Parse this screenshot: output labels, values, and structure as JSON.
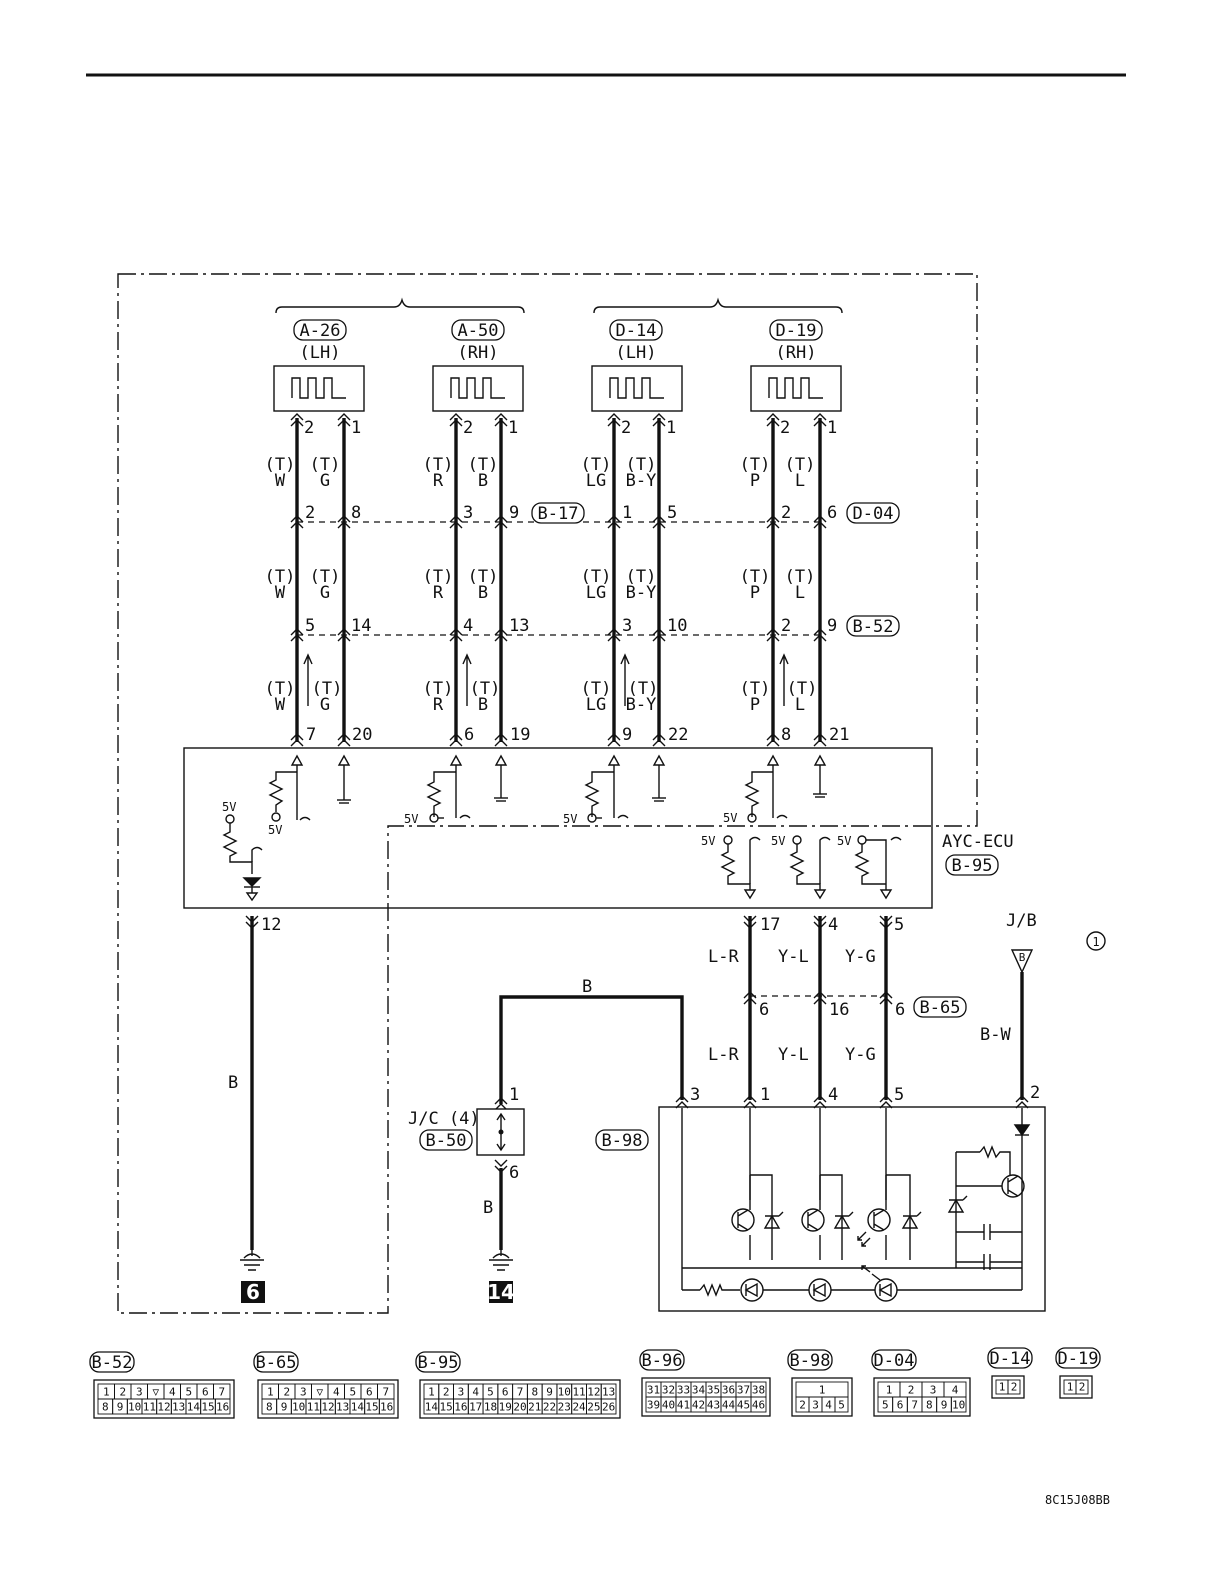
{
  "wheel_sensors": [
    {
      "connector": "A-26",
      "side": "(LH)",
      "pin_a": "2",
      "pin_b": "1",
      "wire_a": "W",
      "wire_b": "G"
    },
    {
      "connector": "A-50",
      "side": "(RH)",
      "pin_a": "2",
      "pin_b": "1",
      "wire_a": "R",
      "wire_b": "B"
    },
    {
      "connector": "D-14",
      "side": "(LH)",
      "pin_a": "2",
      "pin_b": "1",
      "wire_a": "LG",
      "wire_b": "B-Y"
    },
    {
      "connector": "D-19",
      "side": "(RH)",
      "pin_a": "2",
      "pin_b": "1",
      "wire_a": "P",
      "wire_b": "L"
    }
  ],
  "twisted_marker": "(T)",
  "junction_b17": {
    "connector": "B-17",
    "pins": [
      "2",
      "8",
      "3",
      "9"
    ]
  },
  "junction_d04": {
    "connector": "D-04",
    "pins": [
      "1",
      "5",
      "2",
      "6"
    ]
  },
  "junction_b52": {
    "connector": "B-52",
    "pins": [
      "5",
      "14",
      "4",
      "13",
      "3",
      "10",
      "2",
      "9"
    ]
  },
  "ecu_pins": [
    "7",
    "20",
    "6",
    "19",
    "9",
    "22",
    "8",
    "21"
  ],
  "ecu": {
    "name": "AYC-ECU",
    "connector": "B-95",
    "supply": "5V",
    "ground_pin": "12",
    "out_pins": [
      "17",
      "4",
      "5"
    ]
  },
  "ground_wire": "B",
  "grounds": [
    "6",
    "14"
  ],
  "out_wires": [
    "L-R",
    "Y-L",
    "Y-G"
  ],
  "junction_b65": {
    "connector": "B-65",
    "pins": [
      "6",
      "16",
      "6"
    ]
  },
  "jb": {
    "label": "J/B",
    "terminal": "B",
    "wire": "B-W",
    "pin": "2",
    "circle_ref": "1"
  },
  "jc": {
    "label": "J/C (4)",
    "connector": "B-50",
    "pin_top": "1",
    "pin_bottom": "6",
    "wire_top": "B",
    "wire_bottom": "B"
  },
  "b98": {
    "connector": "B-98",
    "pins": [
      "3",
      "1",
      "4",
      "5"
    ]
  },
  "connector_faces": [
    {
      "id": "B-52",
      "rows": [
        [
          "1",
          "2",
          "3",
          "▽",
          "4",
          "5",
          "6",
          "7"
        ],
        [
          "8",
          "9",
          "10",
          "11",
          "12",
          "13",
          "14",
          "15",
          "16"
        ]
      ]
    },
    {
      "id": "B-65",
      "rows": [
        [
          "1",
          "2",
          "3",
          "▽",
          "4",
          "5",
          "6",
          "7"
        ],
        [
          "8",
          "9",
          "10",
          "11",
          "12",
          "13",
          "14",
          "15",
          "16"
        ]
      ]
    },
    {
      "id": "B-95",
      "rows": [
        [
          "1",
          "2",
          "3",
          "4",
          "5",
          "6",
          "7",
          "8",
          "9",
          "10",
          "11",
          "12",
          "13"
        ],
        [
          "14",
          "15",
          "16",
          "17",
          "18",
          "19",
          "20",
          "21",
          "22",
          "23",
          "24",
          "25",
          "26"
        ]
      ]
    },
    {
      "id": "B-96",
      "rows": [
        [
          "31",
          "32",
          "33",
          "34",
          "35",
          "36",
          "37",
          "38"
        ],
        [
          "39",
          "40",
          "41",
          "42",
          "43",
          "44",
          "45",
          "46"
        ]
      ]
    },
    {
      "id": "B-98",
      "rows": [
        [
          "1"
        ],
        [
          "2",
          "3",
          "4",
          "5"
        ]
      ]
    },
    {
      "id": "D-04",
      "rows": [
        [
          "1",
          "2",
          "3",
          "4"
        ],
        [
          "5",
          "6",
          "7",
          "8",
          "9",
          "10"
        ]
      ]
    },
    {
      "id": "D-14",
      "rows": [
        [
          "1",
          "2"
        ]
      ]
    },
    {
      "id": "D-19",
      "rows": [
        [
          "1",
          "2"
        ]
      ]
    }
  ],
  "figure_code": "8C15J08BB"
}
